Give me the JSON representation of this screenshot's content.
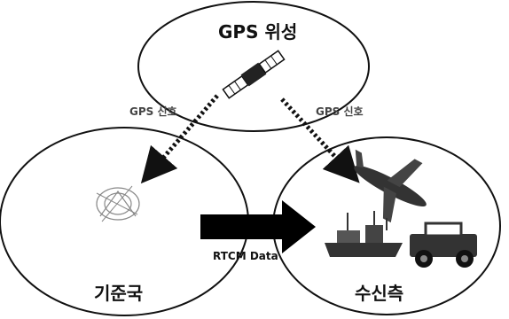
{
  "nodes": {
    "satellite": {
      "label": "GPS 위성"
    },
    "base_station": {
      "label": "기준국"
    },
    "receiver": {
      "label": "수신측"
    }
  },
  "edges": {
    "signal_left": {
      "label": "GPS 신호"
    },
    "signal_right": {
      "label": "GPS 신호"
    },
    "rtcm": {
      "label": "RTCM Data"
    }
  },
  "icons": [
    "satellite-icon",
    "antenna-icon",
    "airplane-icon",
    "ship-icon",
    "jeep-icon"
  ],
  "colors": {
    "stroke": "#111111",
    "arrow": "#000000",
    "fill": "#ffffff"
  }
}
